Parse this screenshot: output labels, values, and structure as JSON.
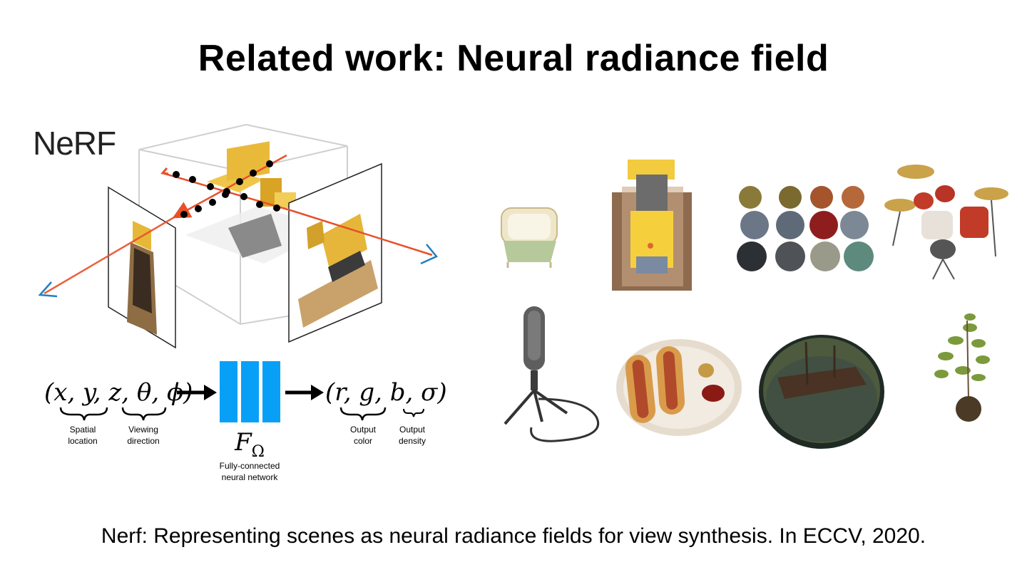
{
  "slide": {
    "title": "Related work: Neural radiance field",
    "citation": "Nerf: Representing scenes as neural radiance fields for view synthesis. In ECCV, 2020."
  },
  "figure": {
    "logo": "NeRF",
    "input_expr": "(x, y, z, θ, ϕ)",
    "output_expr": "(r, g, b, σ)",
    "network_symbol": "F",
    "network_subscript": "Ω",
    "labels": {
      "spatial_1": "Spatial",
      "spatial_2": "location",
      "viewing_1": "Viewing",
      "viewing_2": "direction",
      "network_1": "Fully-connected",
      "network_2": "neural network",
      "color_1": "Output",
      "color_2": "color",
      "density_1": "Output",
      "density_2": "density"
    },
    "colors": {
      "network": "#08a0f7",
      "ray": "#e8502a",
      "camera": "#1e7fc4"
    }
  },
  "gallery": {
    "items": [
      "chair",
      "lego-bulldozer",
      "material-spheres",
      "drum-kit",
      "microphone",
      "hotdog-plate",
      "ship-in-water",
      "potted-ficus"
    ]
  }
}
